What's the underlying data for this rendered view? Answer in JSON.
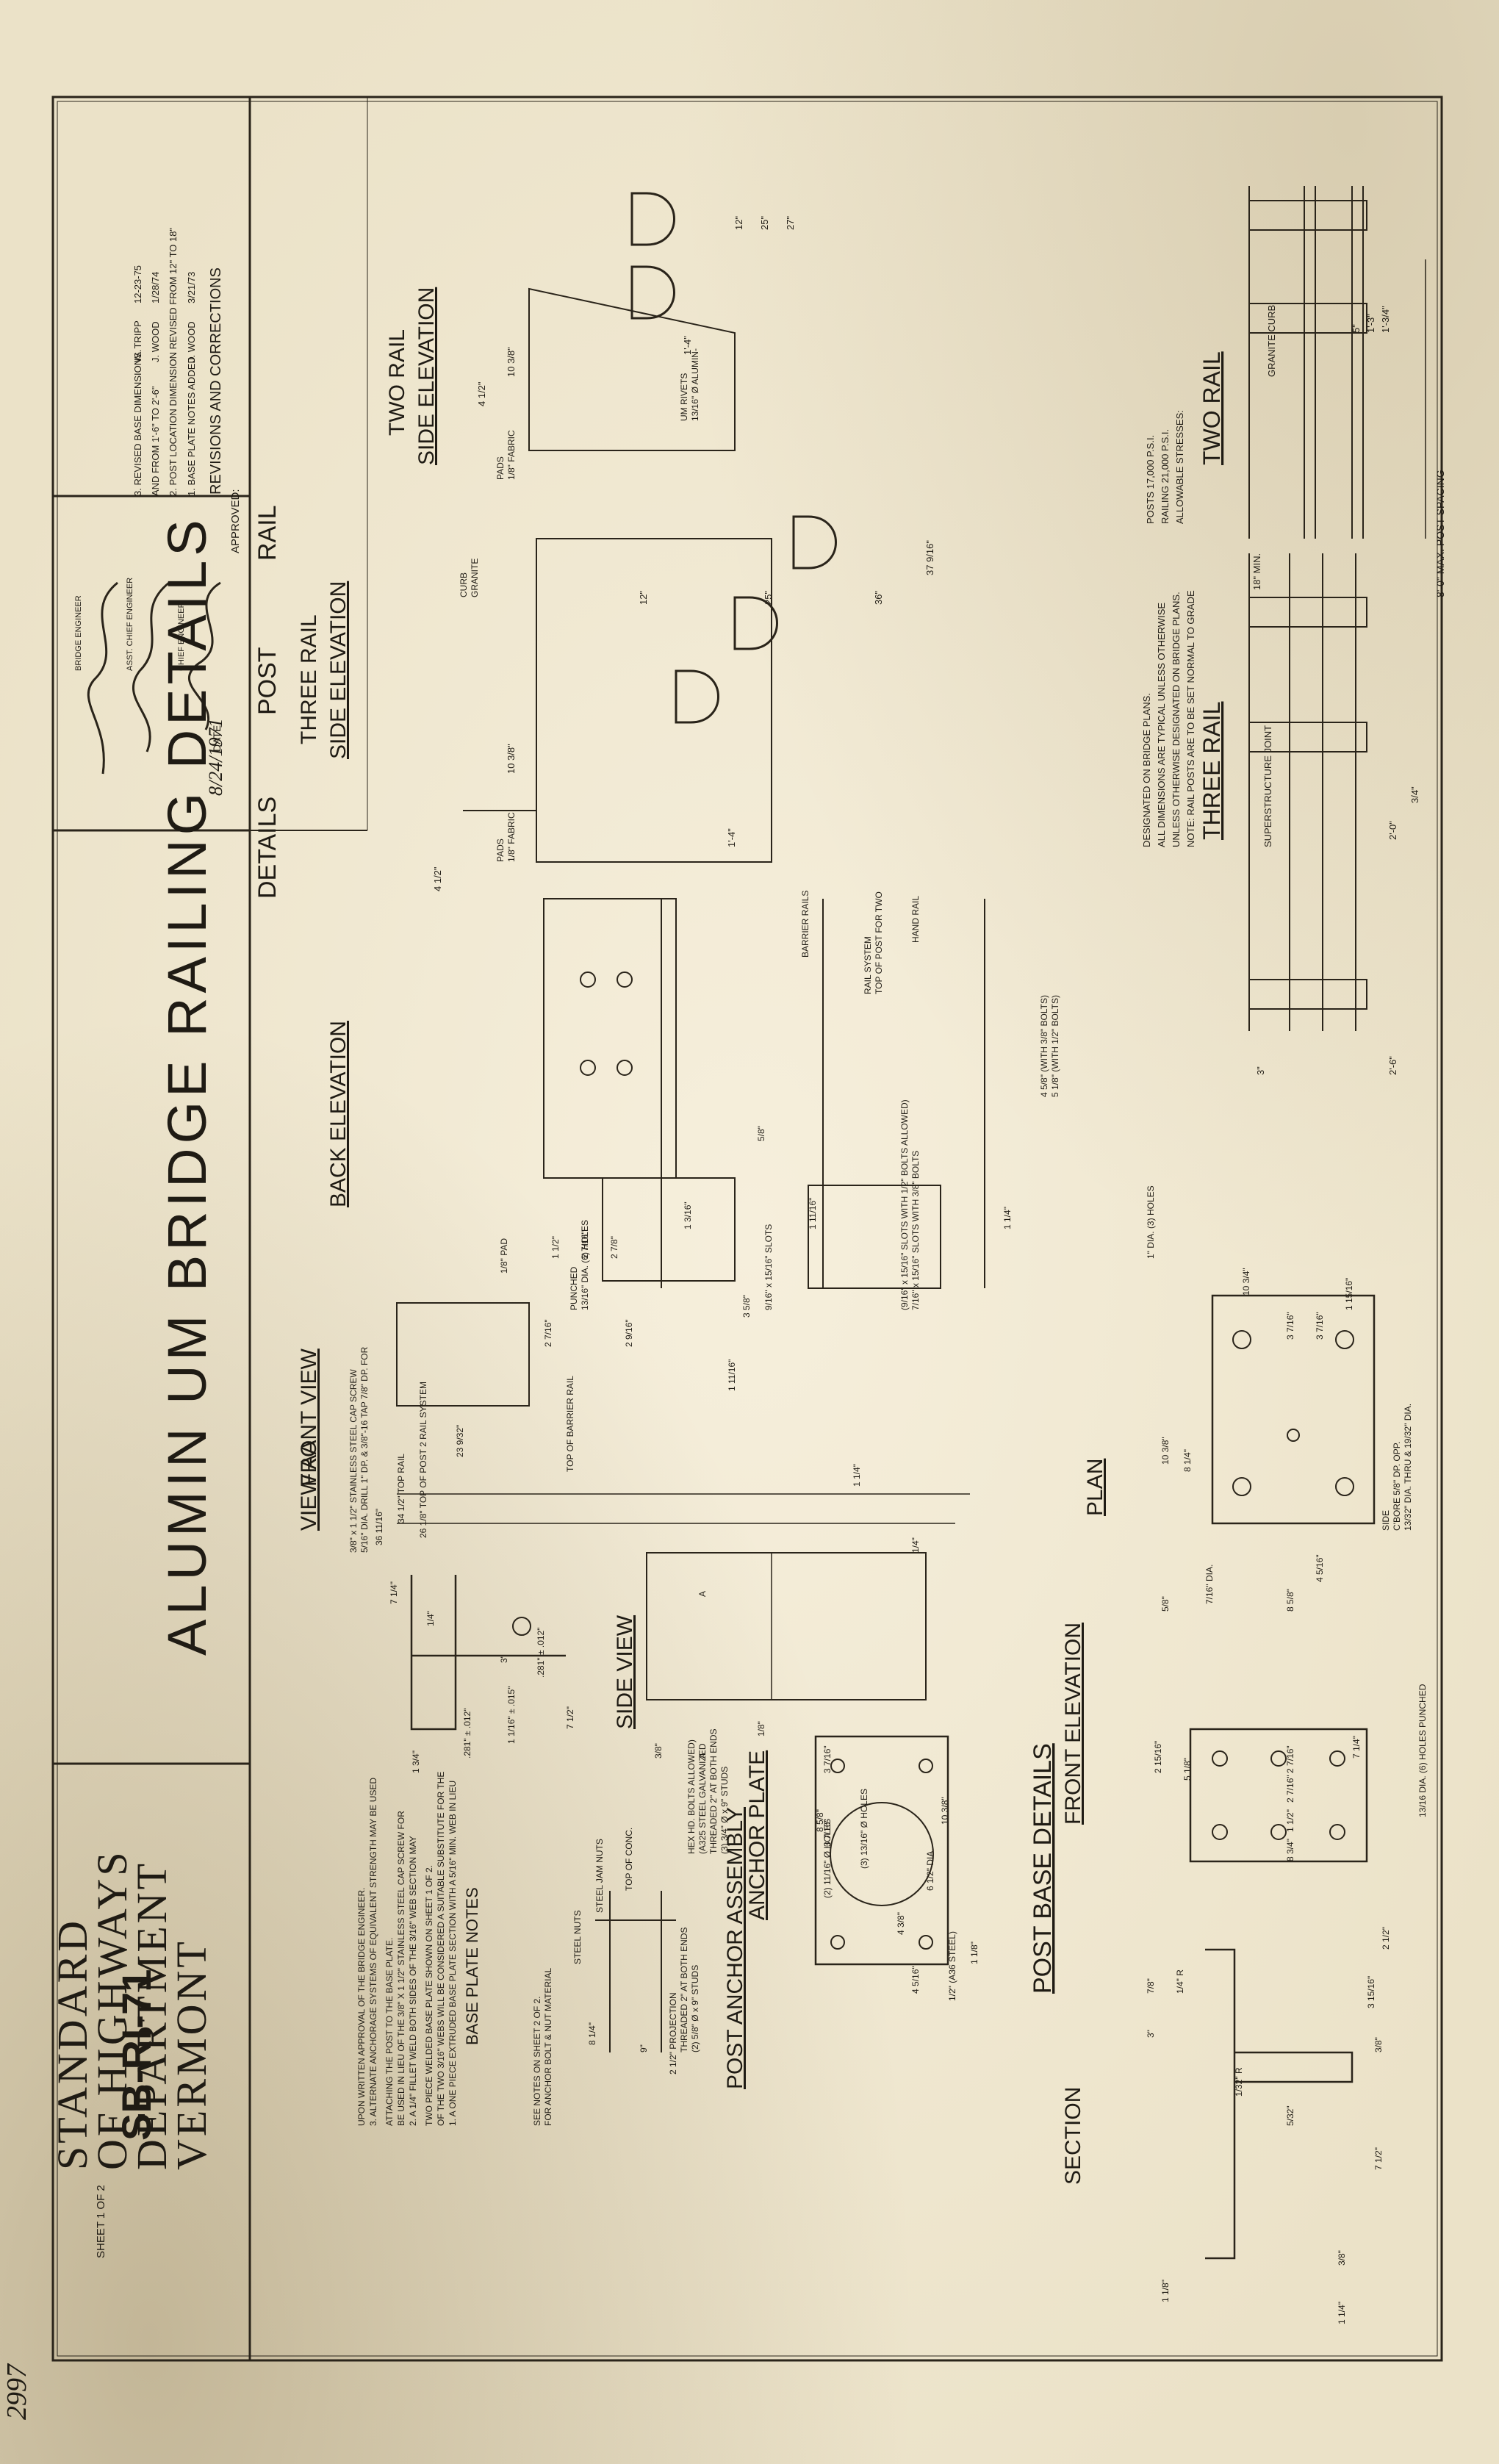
{
  "drawing": {
    "main_title": "ALUMIN UM BRIDGE RAILING DETAILS",
    "section_title": [
      "RAIL",
      "POST",
      "DETAILS"
    ],
    "agency": [
      "VERMONT",
      "DEPARTMENT",
      "OF HIGHWAYS",
      "STANDARD"
    ],
    "drawing_number": "SB-RI-71",
    "sheet": "SHEET 1 OF 2",
    "corner_stamp": "2997"
  },
  "revisions": {
    "title": "REVISIONS AND CORRECTIONS",
    "items": [
      {
        "text": "1. BASE PLATE NOTES ADDED",
        "by": "J. WOOD",
        "date": "3/21/73"
      },
      {
        "text": "2. POST LOCATION DIMENSION REVISED FROM 12\" TO 18\"",
        "by": "",
        "date": ""
      },
      {
        "text": "   AND FROM 1'-6\" TO 2'-6\"",
        "by": "J. WOOD",
        "date": "1/28/74"
      },
      {
        "text": "3. REVISED BASE DIMENSIONS.",
        "by": "W. TRIPP",
        "date": "12-23-75"
      }
    ]
  },
  "approval": {
    "approved_label": "APPROVED:",
    "date_label": "DATE",
    "date_value": "8/24/1971",
    "titles": [
      "CHIEF ENGINEER",
      "ASST. CHIEF ENGINEER",
      "BRIDGE ENGINEER"
    ]
  },
  "two_rail": {
    "title": "TWO RAIL",
    "spacing": "8'-0\" MAX. POST SPACING",
    "curb": "GRANITE CURB",
    "stress_title": "ALLOWABLE STRESSES:",
    "stress_railing": "RAILING 21,000 P.S.I.",
    "stress_posts": "POSTS 17,000 P.S.I.",
    "dims": [
      "1'-3/4\"",
      "1'-3\"",
      "5\""
    ]
  },
  "three_rail": {
    "title": "THREE RAIL",
    "joint": "SUPERSTRUCTURE JOINT",
    "min": "18\" MIN.",
    "dims": [
      "2'-0\"",
      "2'-6\"",
      "3\"",
      "3/4\""
    ]
  },
  "general_notes": [
    "NOTE: RAIL POSTS ARE TO BE SET NORMAL TO GRADE",
    "UNLESS OTHERWISE DESIGNATED ON BRIDGE PLANS.",
    "ALL DIMENSIONS ARE TYPICAL UNLESS OTHERWISE",
    "DESIGNATED ON BRIDGE PLANS."
  ],
  "side_elev_two": {
    "title": [
      "SIDE ELEVATION",
      "TWO RAIL"
    ],
    "dims": [
      "27\"",
      "25\"",
      "12\"",
      "1'-4\"",
      "10 3/8\"",
      "4 1/2\""
    ],
    "notes": [
      "13/16\" Ø ALUMIN-",
      "UM RIVETS",
      "1/8\" FABRIC",
      "PADS"
    ]
  },
  "side_elev_three": {
    "title": [
      "SIDE ELEVATION",
      "THREE RAIL"
    ],
    "dims": [
      "37 9/16\"",
      "36\"",
      "25\"",
      "12\"",
      "1'-4\"",
      "10 3/8\"",
      "4 1/2\""
    ],
    "notes": [
      "GRANITE",
      "CURB",
      "1/8\" FABRIC",
      "PADS"
    ]
  },
  "back_elev": {
    "title": "BACK ELEVATION",
    "labels": [
      "HAND RAIL",
      "TOP OF POST FOR TWO",
      "RAIL SYSTEM",
      "BARRIER RAILS"
    ],
    "dims": [
      "5 1/8\" (WITH 1/2\" BOLTS)",
      "4 5/8\" (WITH 3/8\" BOLTS)",
      "5/8\"",
      "1 1/4\"",
      "1 11/16\"",
      "1 3/16\"",
      "2 7/8\"",
      "2 7/16\"",
      "1 1/2\"",
      "1/8\" PAD"
    ]
  },
  "front_view": {
    "title": "FRONT VIEW",
    "notes": [
      "7/16\" x 15/16\" SLOTS WITH 3/8\" BOLTS",
      "(9/16\" x 15/16\" SLOTS WITH 1/2\" BOLTS ALLOWED)",
      "9/16\" x 15/16\" SLOTS",
      "13/16\" DIA. (6) HOLES",
      "PUNCHED",
      "5/16\" DIA. DRILL 1\" DP. & 3/8\"-16 TAP 7/8\" DP. FOR",
      "3/8\" x 1 1/2\" STAINLESS STEEL CAP SCREW"
    ],
    "dims": [
      "TOP OF BARRIER RAIL",
      "23 9/32\"",
      "26 1/8\" TOP OF POST 2 RAIL SYSTEM",
      "34 1/2\" TOP RAIL",
      "36 11/16\"",
      "1 1/4\"",
      "1 11/16\"",
      "3 5/8\"",
      "2 9/16\"",
      "2 7/16\""
    ]
  },
  "side_view": {
    "title": "SIDE VIEW",
    "dims": [
      "1/4\"",
      "1/8\"",
      "3/8\"",
      "A",
      "A"
    ]
  },
  "view_aa": {
    "title": "VIEW AA",
    "dims": [
      "1/4\"",
      "3\"",
      "7 1/4\"",
      "1 1/16\" ± .015\"",
      ".281\" ± .012\"",
      "1 3/4\"",
      "7 1/2\"",
      ".281\" ± .012\""
    ]
  },
  "plan": {
    "title": "PLAN",
    "notes": [
      "1\" DIA. (3) HOLES",
      "13/32\" DIA. THRU & 19/32\" DIA.",
      "C'BORE 5/8\" DP. OPP.",
      "SIDE",
      "7/16\" DIA."
    ],
    "dims": [
      "1 15/16\"",
      "3 7/16\"",
      "3 7/16\"",
      "10 3/4\"",
      "8 1/4\"",
      "10 3/8\"",
      "5/8\"",
      "4 5/16\"",
      "8 5/8\""
    ]
  },
  "front_elevation": {
    "title": "FRONT ELEVATION",
    "notes": [
      "13/16 DIA. (6) HOLES PUNCHED"
    ],
    "dims": [
      "7 1/4\"",
      "2 7/16\"",
      "2 7/16\"",
      "1 1/2\"",
      "8 3/4\"",
      "2 15/16\"",
      "5 1/8\""
    ]
  },
  "post_base": {
    "title": "POST BASE DETAILS"
  },
  "section": {
    "title": "SECTION",
    "dims": [
      "2 1/2\"",
      "3 15/16\"",
      "3/8\"",
      "1/4\" R",
      "7 1/2\"",
      "1/32\" R",
      "5/32\"",
      "3\"",
      "7/8\"",
      "1 1/4\"",
      "3/8\"",
      "1 1/8\""
    ]
  },
  "anchor_plate": {
    "title": "ANCHOR PLATE",
    "notes": [
      "(3) 3/4\" Ø x 9\" STUDS",
      "THREADED 2\" AT BOTH ENDS",
      "(A325 STEEL GALVANIZED",
      "HEX HD. BOLTS ALLOWED)",
      "(2) 11/16\" Ø HOLES",
      "(3) 13/16\" Ø HOLES",
      "6 1/2\" DIA."
    ],
    "dims": [
      "10 3/8\"",
      "8 5/8\"",
      "3 7/16\"",
      "3 7/16\"",
      "4 3/8\"",
      "4 5/16\"",
      "1 1/8\"",
      "1/2\" (A36 STEEL)"
    ]
  },
  "post_anchor": {
    "title": "POST ANCHOR ASSEMBLY",
    "notes": [
      "TOP OF CONC.",
      "STEEL JAM NUTS",
      "STEEL NUTS",
      "(2) 5/8\" Ø x 9\" STUDS",
      "THREADED 2\" AT BOTH ENDS",
      "2 1/2\" PROJECTION",
      "FOR ANCHOR BOLT & NUT MATERIAL",
      "SEE NOTES ON SHEET 2 OF 2."
    ],
    "dims": [
      "8 1/4\"",
      "9\""
    ]
  },
  "base_plate_notes": {
    "title": "BASE PLATE NOTES",
    "items": [
      "1. A ONE PIECE EXTRUDED BASE PLATE SECTION WITH A 5/16\" MIN. WEB IN LIEU",
      "OF THE TWO 3/16\" WEBS WILL BE CONSIDERED A SUITABLE SUBSTITUTE FOR THE",
      "TWO PIECE WELDED BASE PLATE SHOWN ON SHEET 1 OF 2.",
      "2. A 1/4\" FILLET WELD BOTH SIDES OF THE 3/16\" WEB SECTION MAY",
      "BE USED IN LIEU OF THE 3/8\" X 1 1/2\" STAINLESS STEEL CAP SCREW FOR",
      "ATTACHING THE POST TO THE BASE PLATE.",
      "3. ALTERNATE ANCHORAGE SYSTEMS OF EQUIVALENT STRENGTH MAY BE USED",
      "UPON WRITTEN APPROVAL OF THE BRIDGE ENGINEER."
    ]
  }
}
